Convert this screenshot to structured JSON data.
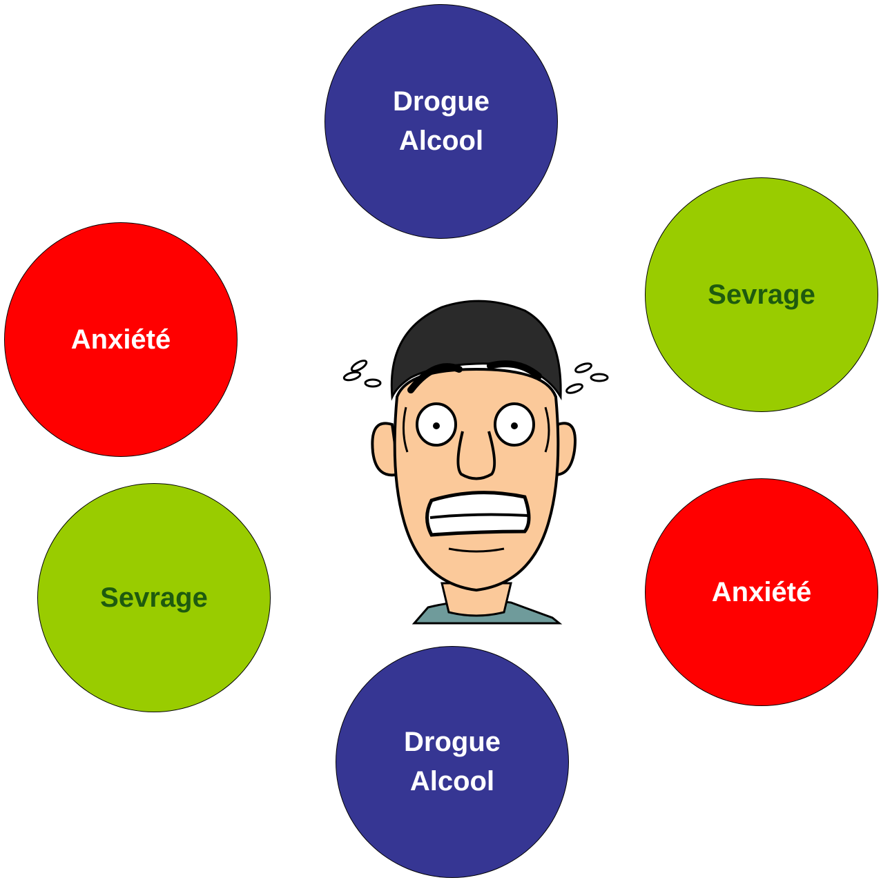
{
  "nodes": {
    "top": {
      "line1": "Drogue",
      "line2": "Alcool"
    },
    "right": {
      "label": "Sevrage"
    },
    "left": {
      "label": "Anxiété"
    },
    "sw": {
      "label": "Sevrage"
    },
    "se": {
      "label": "Anxiété"
    },
    "bottom": {
      "line1": "Drogue",
      "line2": "Alcool"
    }
  },
  "colors": {
    "blue": "#363693",
    "green": "#99cc00",
    "green_text": "#1e5a0f",
    "red": "#ff0000"
  },
  "center_image": "anxious-man-illustration"
}
